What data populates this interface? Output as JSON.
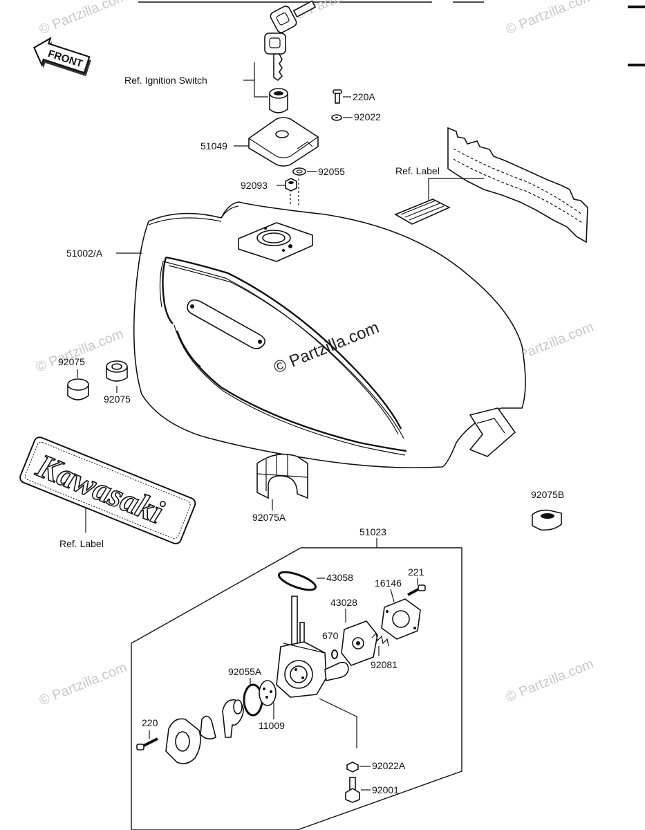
{
  "diagram": {
    "front_arrow": "FRONT",
    "logo": "Kawasaki",
    "watermark_main": "© Partzilla.com",
    "watermarks": [
      "© Partzilla.com",
      "© Partzilla.com",
      "© Partzilla.com",
      "© Partzilla.com",
      "© Partzilla.com",
      "© Partzilla.com",
      "© Partzilla.com"
    ],
    "labels": {
      "ref_ignition_switch": "Ref. Ignition Switch",
      "p220a": "220A",
      "p92022": "92022",
      "p51049": "51049",
      "p92055": "92055",
      "p92093": "92093",
      "ref_label_top": "Ref. Label",
      "p51002a": "51002/A",
      "p92075_a": "92075",
      "p92075_b": "92075",
      "p92075a": "92075A",
      "p92075b": "92075B",
      "ref_label_bottom": "Ref. Label",
      "p51023": "51023",
      "p43058": "43058",
      "p221": "221",
      "p16146": "16146",
      "p43028": "43028",
      "p670": "670",
      "p92081": "92081",
      "p92055a": "92055A",
      "p11009": "11009",
      "p220": "220",
      "p92022a": "92022A",
      "p92001": "92001"
    }
  }
}
